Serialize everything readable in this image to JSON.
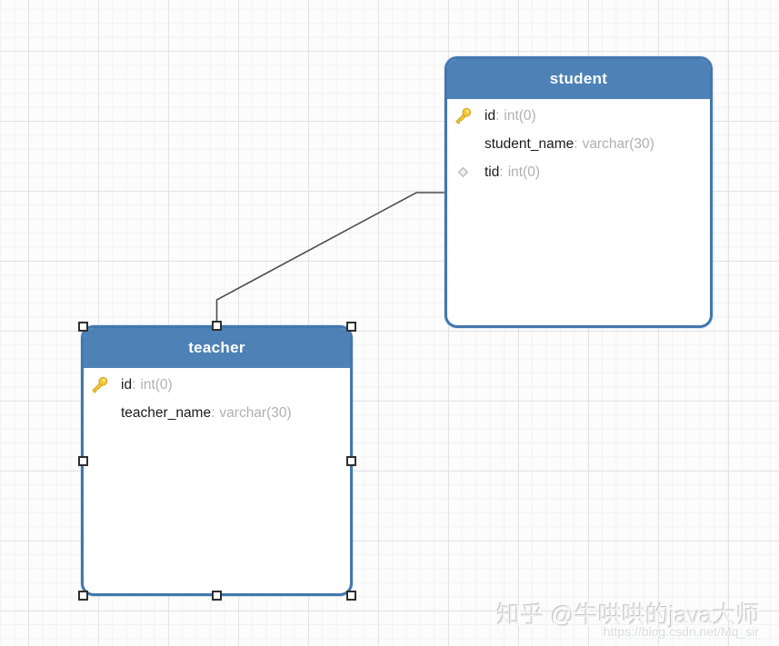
{
  "diagram": {
    "separator": ":",
    "tables": [
      {
        "name": "student",
        "selected": false,
        "fields": [
          {
            "icon": "primary-key-icon",
            "name": "id",
            "type": "int(0)"
          },
          {
            "icon": "",
            "name": "student_name",
            "type": "varchar(30)"
          },
          {
            "icon": "foreign-key-icon",
            "name": "tid",
            "type": "int(0)"
          }
        ]
      },
      {
        "name": "teacher",
        "selected": true,
        "fields": [
          {
            "icon": "primary-key-icon",
            "name": "id",
            "type": "int(0)"
          },
          {
            "icon": "",
            "name": "teacher_name",
            "type": "varchar(30)"
          }
        ]
      }
    ],
    "relationship": {
      "from": "teacher",
      "to": "student"
    },
    "colors": {
      "header_blue": "#4e82b7",
      "border_blue": "#4377ad",
      "key_gold": "#f3c634",
      "diamond_gray": "#e3e3e3",
      "connector_gray": "#4d4d4d"
    }
  },
  "watermark": {
    "line1": "知乎 @牛哄哄的java大师",
    "line2": "https://blog.csdn.net/Mq_sir"
  }
}
